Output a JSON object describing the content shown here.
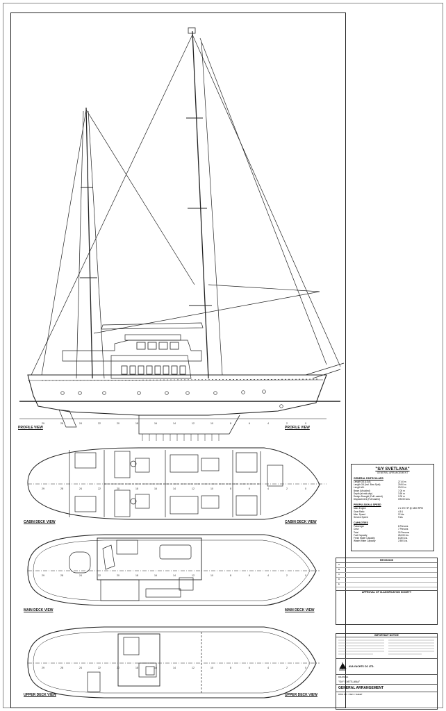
{
  "views": {
    "profile_left": "PROFILE VIEW",
    "profile_right": "PROFILE VIEW",
    "cabin_left": "CABIN DECK VIEW",
    "cabin_right": "CABIN DECK VIEW",
    "main_left": "MAIN DECK VIEW",
    "main_right": "MAIN DECK VIEW",
    "upper_left": "UPPER DECK VIEW",
    "upper_right": "UPPER DECK VIEW"
  },
  "spec": {
    "title": "\"S/Y SVETLANA\"",
    "subtitle": "GENERAL ARRANGEMENT",
    "sections": [
      {
        "heading": "GENERAL PARTICULARS",
        "rows": [
          {
            "k": "Length OA (LOA)",
            "v": "27.40 m"
          },
          {
            "k": "Length OA (Incl. Bow Sprit)",
            "v": "29.90 m"
          },
          {
            "k": "Length WL",
            "v": "23.20 m"
          },
          {
            "k": "Beam (Moulded)",
            "v": "7.00 m"
          },
          {
            "k": "Depth (at mid-ship)",
            "v": "3.90 m"
          },
          {
            "k": "Design Draught (Full Loaded)",
            "v": "2.00 m"
          },
          {
            "k": "Displacement (Full loaded)",
            "v": "195.00 tons"
          }
        ]
      },
      {
        "heading": "PROPULSION & SPEED",
        "rows": [
          {
            "k": "Main Engine",
            "v": "2 x 370 HP @ 1800 RPM"
          },
          {
            "k": "Gear Ratio",
            "v": "4.5:1"
          },
          {
            "k": "Max. Speed",
            "v": "12 kts"
          },
          {
            "k": "Service Speed",
            "v": "9 kts"
          }
        ]
      },
      {
        "heading": "CAPACITIES",
        "rows": [
          {
            "k": "Passenger",
            "v": "8 Persons"
          },
          {
            "k": "Crew",
            "v": "7 Persons"
          },
          {
            "k": "Total",
            "v": "15 Persons"
          },
          {
            "k": "Fuel Capacity",
            "v": "28.000 Lts."
          },
          {
            "k": "Fresh Water Capacity",
            "v": "8.000 Lts."
          },
          {
            "k": "Waste Water Capacity",
            "v": "2.500 Lts."
          }
        ]
      }
    ]
  },
  "revisions": {
    "title": "REVISIONS",
    "lines": [
      "A",
      "B",
      "C",
      "D",
      "E"
    ],
    "approval": "APPROVAL OF CLASSIFICATION SOCIETY"
  },
  "title_block": {
    "notice_title": "IMPORTANT NOTICE",
    "company": "AVA YACHTS CO LTD.",
    "drawing_label": "DRAWING",
    "project": "\"S/Y SVETLANA\"",
    "drawing_title": "GENERAL ARRANGEMENT",
    "foot": "DWG NO. / REV / SHEET"
  },
  "station_numbers": [
    "29",
    "28",
    "24",
    "22",
    "20",
    "18",
    "16",
    "14",
    "12",
    "10",
    "8",
    "6",
    "4",
    "2",
    "0"
  ],
  "colors": {
    "line": "#222222",
    "hatch": "#555555"
  }
}
